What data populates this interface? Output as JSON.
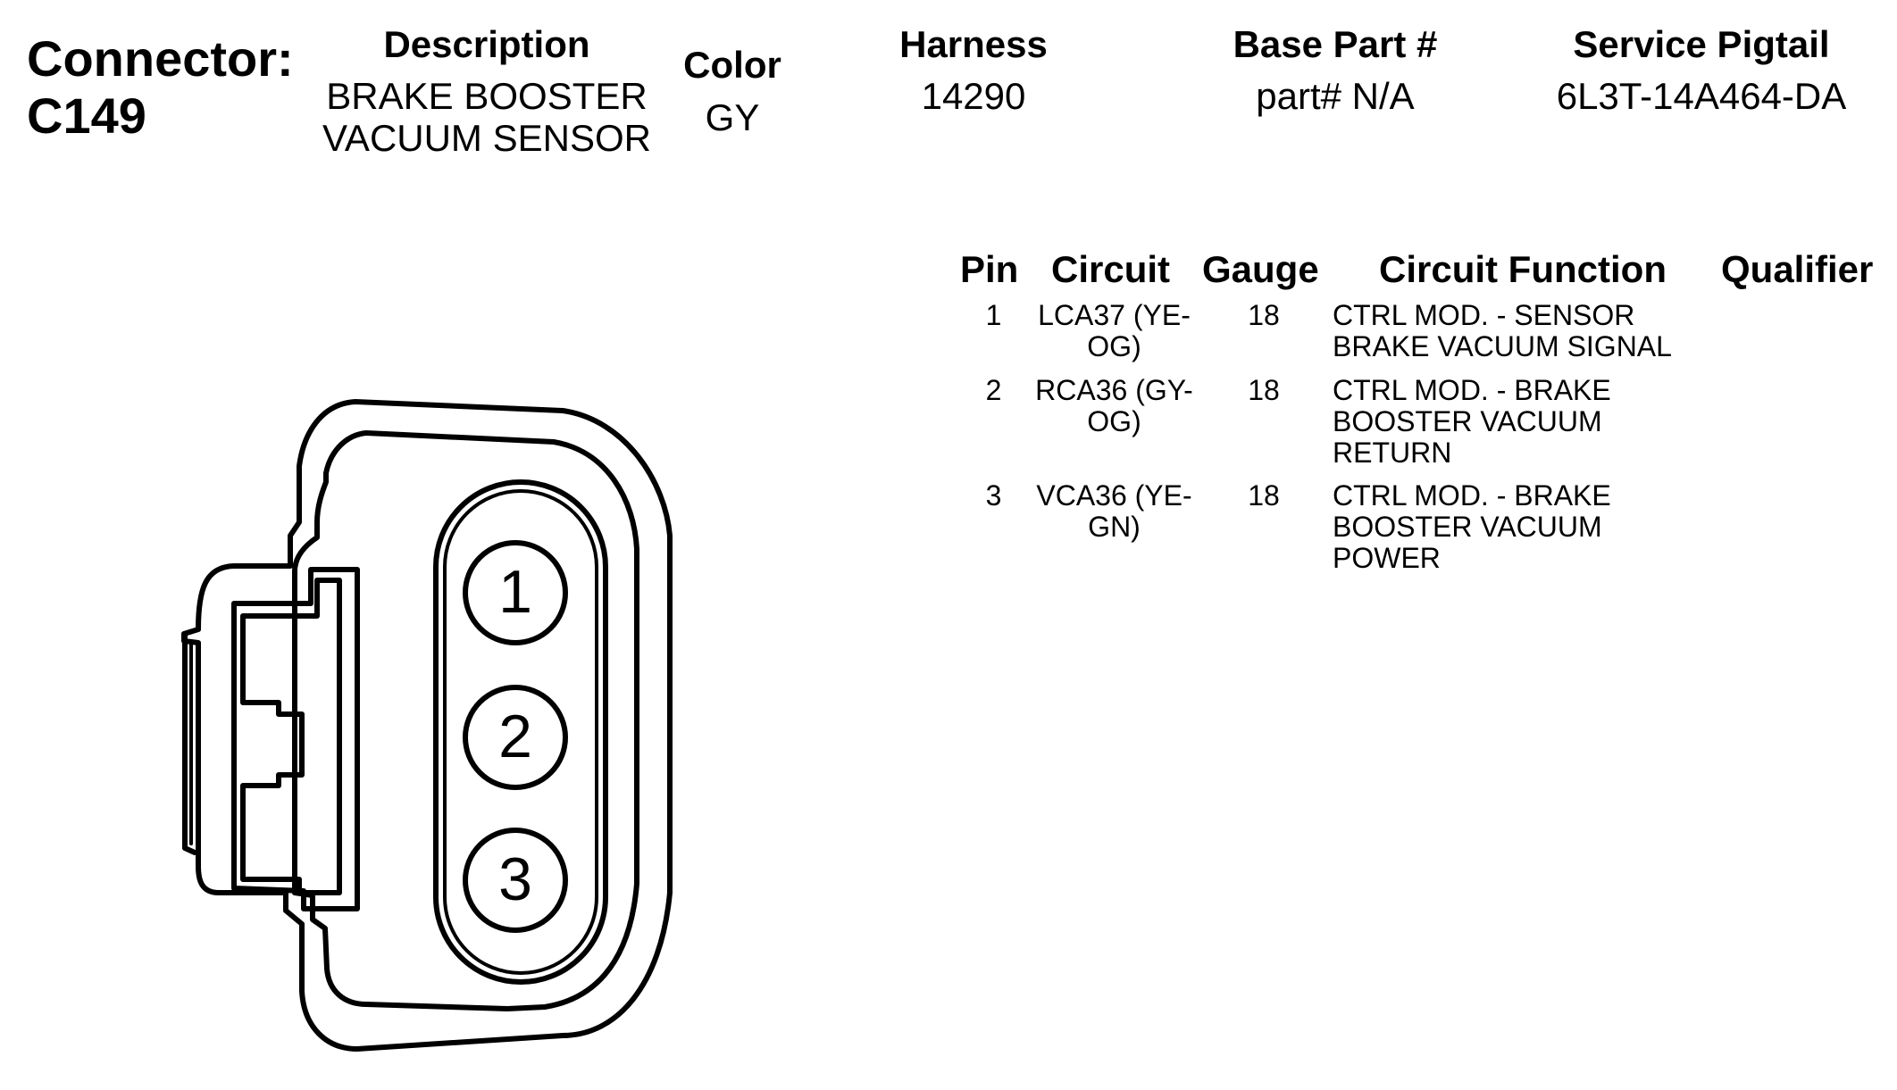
{
  "header": {
    "connector_label": "Connector:",
    "connector_id": "C149",
    "description_label": "Description",
    "description_line1": "BRAKE BOOSTER",
    "description_line2": "VACUUM SENSOR",
    "color_label": "Color",
    "color_value": "GY",
    "harness_label": "Harness",
    "harness_value": "14290",
    "base_part_label": "Base Part #",
    "base_part_value": "part# N/A",
    "service_pigtail_label": "Service Pigtail",
    "service_pigtail_value": "6L3T-14A464-DA"
  },
  "table": {
    "headers": {
      "pin": "Pin",
      "circuit": "Circuit",
      "gauge": "Gauge",
      "function": "Circuit Function",
      "qualifier": "Qualifier"
    },
    "rows": [
      {
        "pin": "1",
        "circuit_line1": "LCA37 (YE-",
        "circuit_line2": "OG)",
        "gauge": "18",
        "function_line1": "CTRL MOD. - SENSOR",
        "function_line2": "BRAKE VACUUM SIGNAL",
        "function_line3": ""
      },
      {
        "pin": "2",
        "circuit_line1": "RCA36 (GY-",
        "circuit_line2": "OG)",
        "gauge": "18",
        "function_line1": "CTRL MOD. - BRAKE",
        "function_line2": "BOOSTER VACUUM",
        "function_line3": "RETURN"
      },
      {
        "pin": "3",
        "circuit_line1": "VCA36 (YE-",
        "circuit_line2": "GN)",
        "gauge": "18",
        "function_line1": "CTRL MOD. - BRAKE",
        "function_line2": "BOOSTER VACUUM",
        "function_line3": "POWER"
      }
    ]
  },
  "connector_face": {
    "pin_labels": [
      "1",
      "2",
      "3"
    ],
    "line_color": "#000000",
    "fill_color": "#ffffff"
  }
}
